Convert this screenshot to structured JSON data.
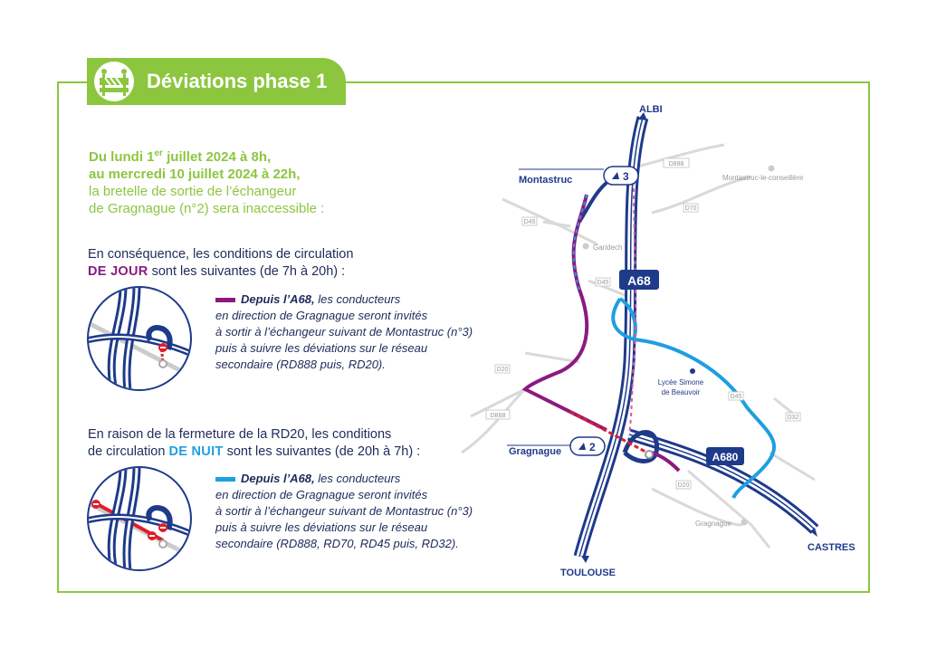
{
  "header": {
    "title": "Déviations phase 1"
  },
  "intro": {
    "line1_pre": "Du lundi 1",
    "line1_sup": "er",
    "line1_post": " juillet 2024 à 8h,",
    "line2": "au mercredi 10 juillet 2024 à 22h,",
    "line3": "la bretelle de sortie de l’échangeur",
    "line4": "de Gragnague (n°2) sera inaccessible :"
  },
  "day": {
    "line1": "En conséquence, les conditions de circulation",
    "highlight": "DE JOUR",
    "line2_post": " sont les suivantes (de 7h à 20h) :",
    "color": "#8b1a80",
    "legend_head": "Depuis l’A68,",
    "legend_l1": " les conducteurs",
    "legend_l2": "en direction de Gragnague seront invités",
    "legend_l3": "à sortir à l’échangeur suivant de Montastruc (n°3)",
    "legend_l4": "puis à suivre les déviations sur le réseau",
    "legend_l5": "secondaire (RD888 puis, RD20)."
  },
  "night": {
    "line1": "En raison de la fermeture de la RD20, les conditions",
    "line2_pre": "de circulation ",
    "highlight": "DE NUIT",
    "line2_post": " sont les suivantes (de 20h à 7h) :",
    "color": "#1e9fe0",
    "legend_head": "Depuis l’A68,",
    "legend_l1": " les conducteurs",
    "legend_l2": "en direction de Gragnague seront invités",
    "legend_l3": "à sortir à l’échangeur suivant de Montastruc (n°3)",
    "legend_l4": "puis à suivre les déviations sur le réseau",
    "legend_l5": "secondaire (RD888, RD70, RD45 puis, RD32)."
  },
  "map": {
    "albi": "ALBI",
    "toulouse": "TOULOUSE",
    "castres": "CASTRES",
    "montastruc": "Montastruc",
    "gragnague": "Gragnague",
    "exit3": "3",
    "exit2": "2",
    "a68": "A68",
    "a680": "A680",
    "montastruc_le_conseillere": "Montastruc-le-conseillère",
    "garidech": "Garidech",
    "gragnague_town": "Gragnague",
    "lycee1": "Lycée Simone",
    "lycee2": "de Beauvoir",
    "d888a": "D888",
    "d888b": "D888",
    "d45": "D45",
    "d70": "D70",
    "d20a": "D20",
    "d20b": "D20",
    "d32": "D32",
    "d45b": "D45",
    "d45c": "D45"
  },
  "colors": {
    "green": "#8cc63f",
    "navy": "#1e3a8a",
    "purple": "#8b1a80",
    "cyan": "#1e9fe0",
    "red": "#e01e2a"
  }
}
